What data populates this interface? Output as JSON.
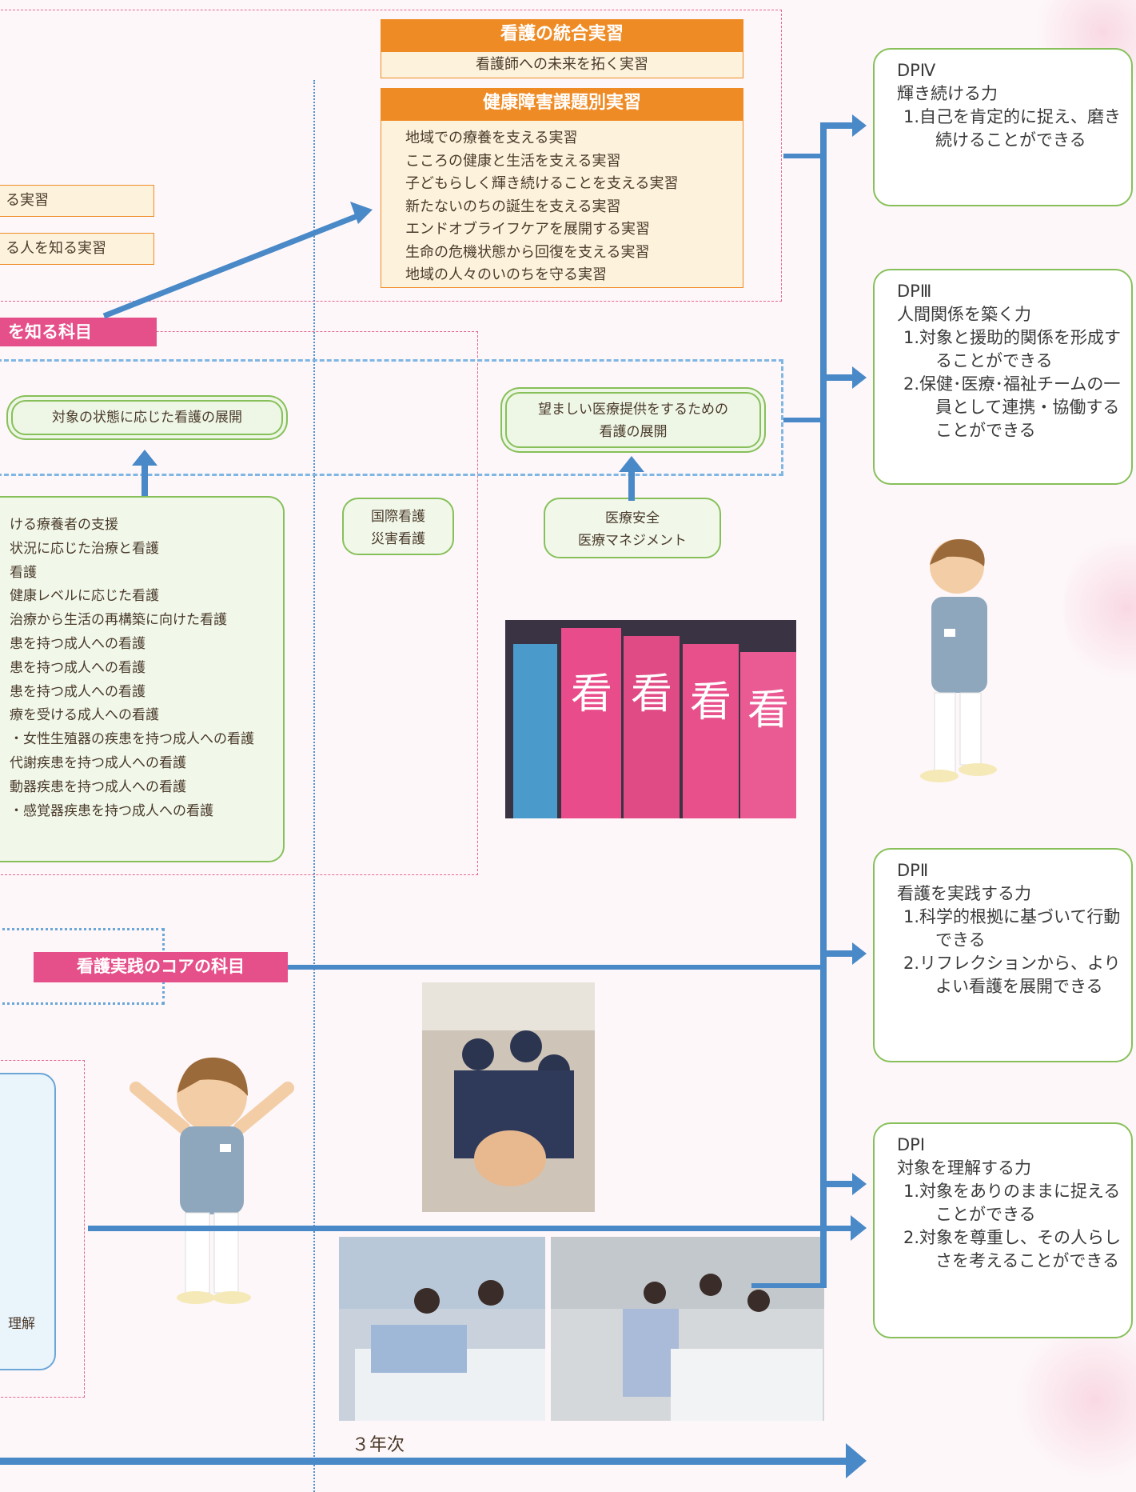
{
  "colors": {
    "orange": "#ef8b25",
    "pink": "#e6508a",
    "green": "#87c05a",
    "blue": "#4a89c8",
    "arrow_blue": "#4a89c8"
  },
  "practicum": {
    "integrated_title": "看護の統合実習",
    "integrated_sub": "看護師への未来を拓く実習",
    "health_title": "健康障害課題別実習",
    "health_items": [
      "地域での療養を支える実習",
      "こころの健康と生活を支える実習",
      "子どもらしく輝き続けることを支える実習",
      "新たないのちの誕生を支える実習",
      "エンドオブライフケアを展開する実習",
      "生命の危機状態から回復を支える実習",
      "地域の人々のいのちを守る実習"
    ],
    "left_box1": "る実習",
    "left_box2": "る人を知る実習"
  },
  "subjects": {
    "knowing_label": "を知る科目",
    "state_nursing": "対象の状態に応じた看護の展開",
    "desirable_care": [
      "望ましい医療提供をするための",
      "看護の展開"
    ],
    "list_items": [
      "ける療養者の支援",
      "状況に応じた治療と看護",
      "看護",
      "健康レベルに応じた看護",
      "治療から生活の再構築に向けた看護",
      "患を持つ成人への看護",
      "患を持つ成人への看護",
      "患を持つ成人への看護",
      "療を受ける成人への看護",
      "・女性生殖器の疾患を持つ成人への看護",
      "代謝疾患を持つ成人への看護",
      "動器疾患を持つ成人への看護",
      "・感覚器疾患を持つ成人への看護"
    ],
    "intl": [
      "国際看護",
      "災害看護"
    ],
    "safety": [
      "医療安全",
      "医療マネジメント"
    ],
    "core_label": "看護実践のコアの科目",
    "left_bottom_text": "理解"
  },
  "year_label": "３年次",
  "dp": [
    {
      "id": "DPⅣ",
      "title": "輝き続ける力",
      "items": [
        {
          "num": "1.",
          "text": "自己を肯定的に捉え、磨き続けることができる"
        }
      ]
    },
    {
      "id": "DPⅢ",
      "title": "人間関係を築く力",
      "items": [
        {
          "num": "1.",
          "text": "対象と援助的関係を形成することができる"
        },
        {
          "num": "2.",
          "text": "保健･医療･福祉チームの一員として連携・協働することができる"
        }
      ]
    },
    {
      "id": "DPⅡ",
      "title": "看護を実践する力",
      "items": [
        {
          "num": "1.",
          "text": "科学的根拠に基づいて行動できる"
        },
        {
          "num": "2.",
          "text": "リフレクションから、よりよい看護を展開できる"
        }
      ]
    },
    {
      "id": "DPⅠ",
      "title": "対象を理解する力",
      "items": [
        {
          "num": "1.",
          "text": "対象をありのままに捉えることができる"
        },
        {
          "num": "2.",
          "text": "対象を尊重し、その人らしさを考えることができる"
        }
      ]
    }
  ],
  "images": [
    "textbooks-photo",
    "cpr-practice-photo",
    "bed-study-photo",
    "bed-care-photo",
    "nurse-student-walking",
    "nurse-student-cheering"
  ]
}
